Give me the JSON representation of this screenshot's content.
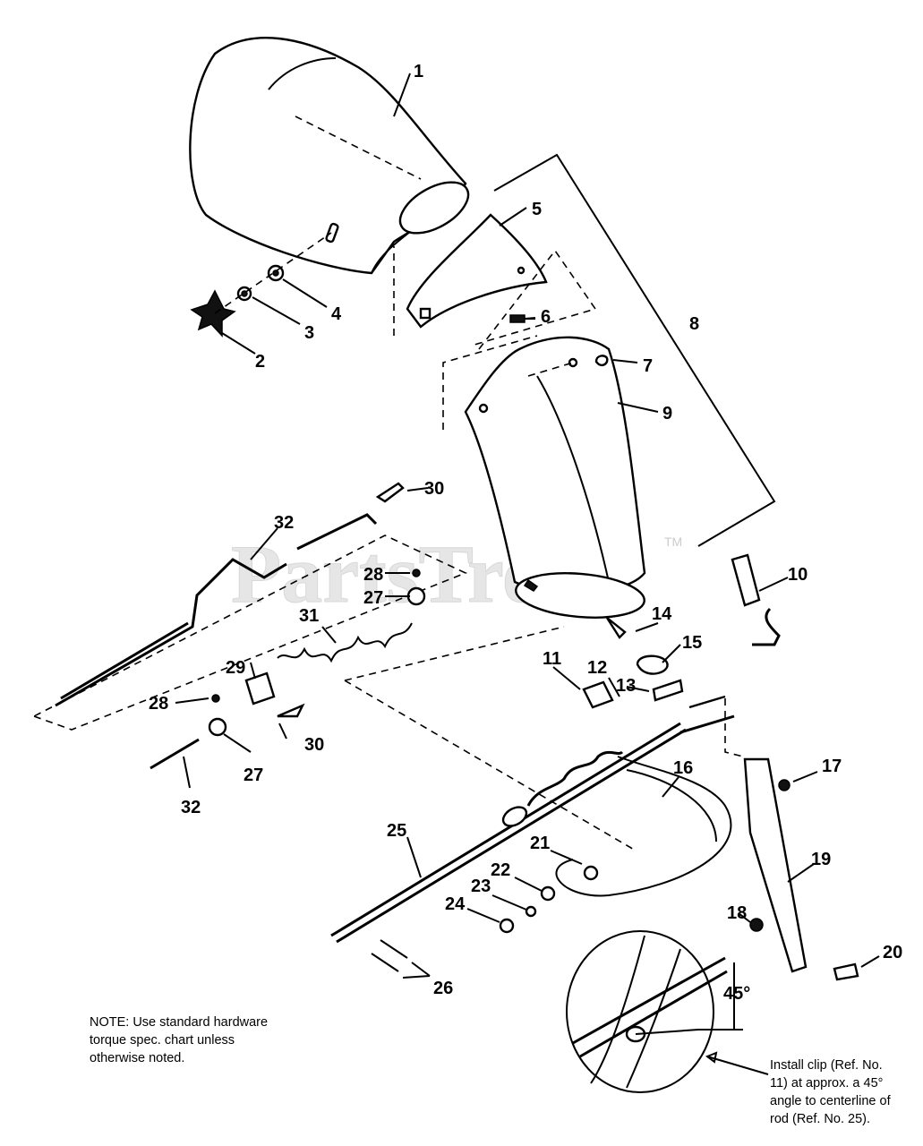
{
  "watermark": {
    "brand": "PartsTree",
    "trademark": "TM"
  },
  "callouts": [
    {
      "id": "c1",
      "label": "1"
    },
    {
      "id": "c2",
      "label": "2"
    },
    {
      "id": "c3",
      "label": "3"
    },
    {
      "id": "c4",
      "label": "4"
    },
    {
      "id": "c5",
      "label": "5"
    },
    {
      "id": "c6",
      "label": "6"
    },
    {
      "id": "c7",
      "label": "7"
    },
    {
      "id": "c8",
      "label": "8"
    },
    {
      "id": "c9",
      "label": "9"
    },
    {
      "id": "c10",
      "label": "10"
    },
    {
      "id": "c11",
      "label": "11"
    },
    {
      "id": "c12",
      "label": "12"
    },
    {
      "id": "c13",
      "label": "13"
    },
    {
      "id": "c14",
      "label": "14"
    },
    {
      "id": "c15",
      "label": "15"
    },
    {
      "id": "c16",
      "label": "16"
    },
    {
      "id": "c17",
      "label": "17"
    },
    {
      "id": "c18",
      "label": "18"
    },
    {
      "id": "c19",
      "label": "19"
    },
    {
      "id": "c20",
      "label": "20"
    },
    {
      "id": "c21",
      "label": "21"
    },
    {
      "id": "c22",
      "label": "22"
    },
    {
      "id": "c23",
      "label": "23"
    },
    {
      "id": "c24",
      "label": "24"
    },
    {
      "id": "c25",
      "label": "25"
    },
    {
      "id": "c26",
      "label": "26"
    },
    {
      "id": "c27a",
      "label": "27"
    },
    {
      "id": "c27b",
      "label": "27"
    },
    {
      "id": "c28a",
      "label": "28"
    },
    {
      "id": "c28b",
      "label": "28"
    },
    {
      "id": "c29",
      "label": "29"
    },
    {
      "id": "c30a",
      "label": "30"
    },
    {
      "id": "c30b",
      "label": "30"
    },
    {
      "id": "c31",
      "label": "31"
    },
    {
      "id": "c32a",
      "label": "32"
    },
    {
      "id": "c32b",
      "label": "32"
    }
  ],
  "angle_label": "45°",
  "notes": {
    "hardware": "NOTE: Use standard hardware\ntorque spec. chart unless\notherwise noted.",
    "clip": "Install clip (Ref. No.\n11) at approx. a 45°\nangle to centerline of\nrod (Ref. No. 25)."
  }
}
